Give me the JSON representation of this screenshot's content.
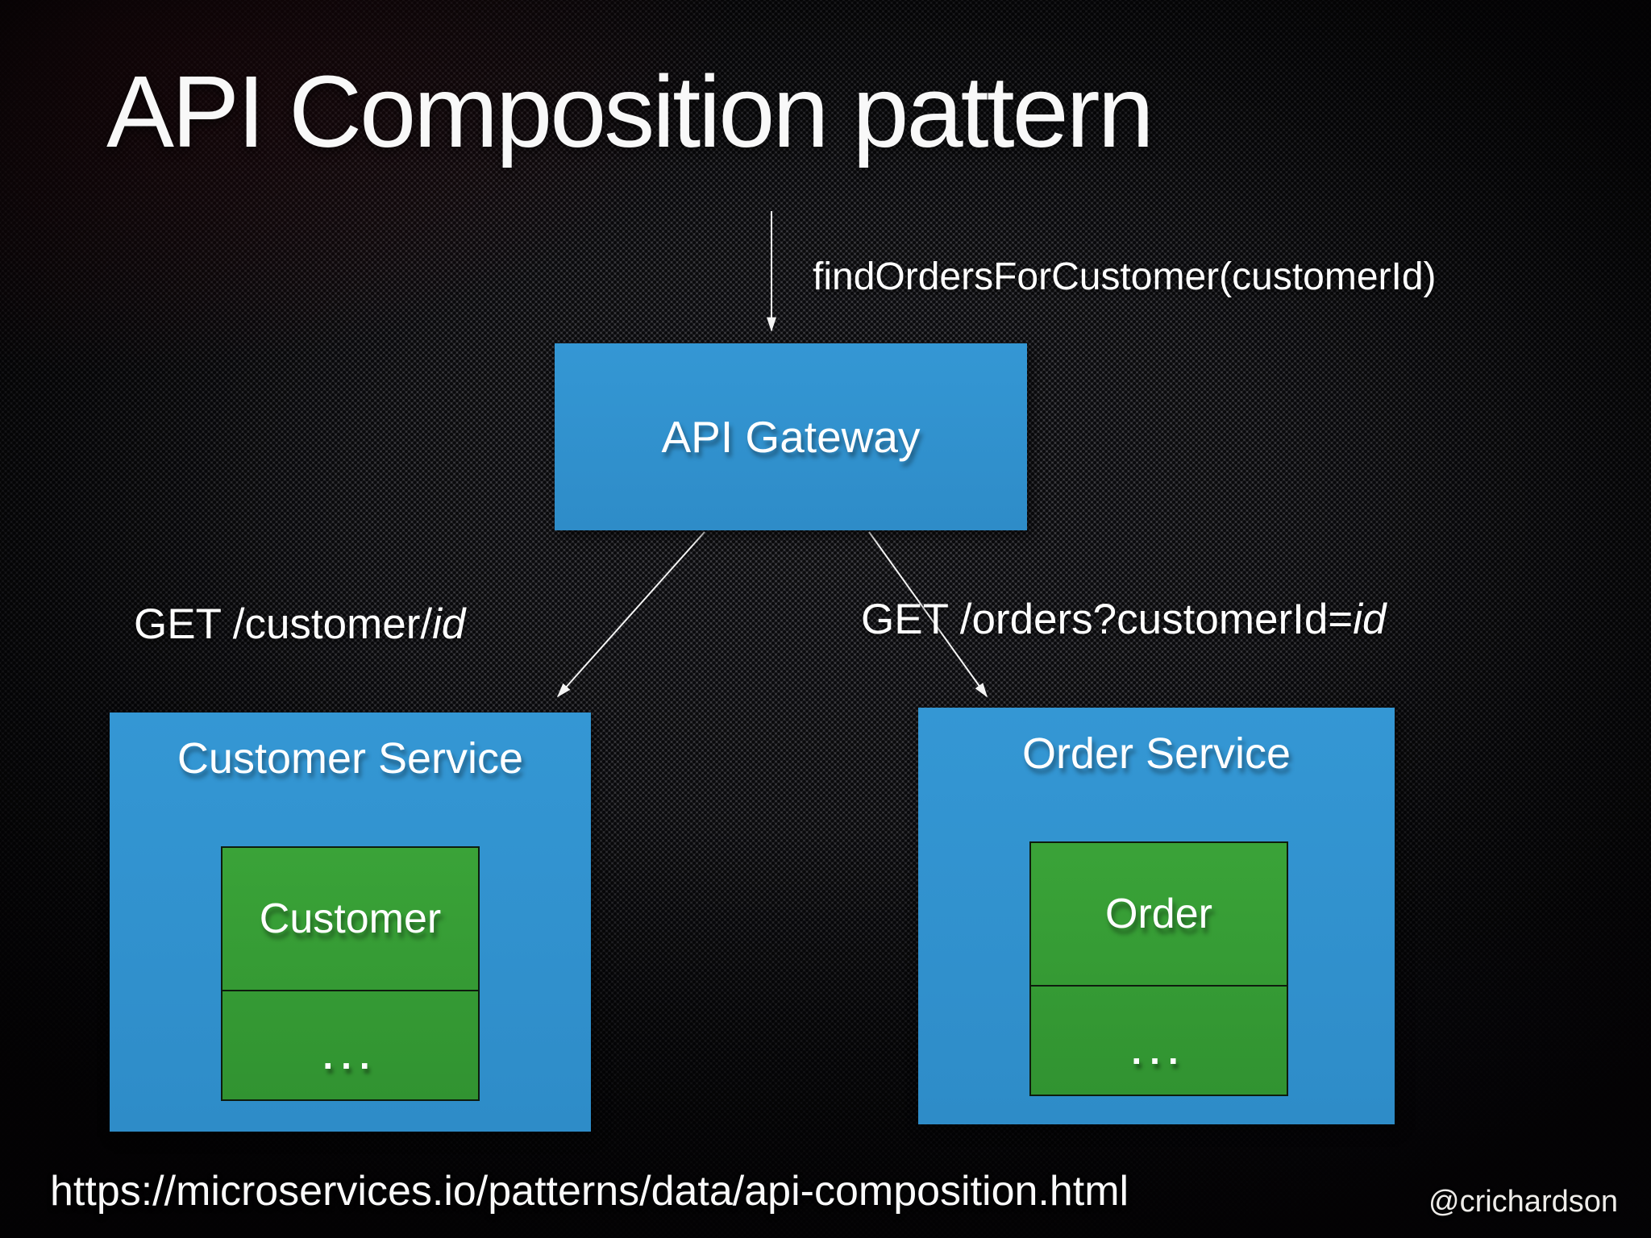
{
  "slide": {
    "title": "API Composition pattern",
    "footer": {
      "url": "https://microservices.io/patterns/data/api-composition.html",
      "handle": "@crichardson"
    }
  },
  "diagram": {
    "request_arrow_label": "findOrdersForCustomer(customerId)",
    "gateway_label": "API Gateway",
    "edges": {
      "customer": {
        "prefix": "GET /customer/",
        "param": "id"
      },
      "orders": {
        "prefix": "GET /orders?customerId=",
        "param": "id"
      }
    },
    "services": [
      {
        "title": "Customer Service",
        "entity": {
          "name": "Customer",
          "more": "..."
        }
      },
      {
        "title": "Order Service",
        "entity": {
          "name": "Order",
          "more": "..."
        }
      }
    ],
    "colors": {
      "service_fill": "#3194d1",
      "entity_fill": "#35a035",
      "arrow": "#f5f5f5",
      "label_text": "#ffffff",
      "background": "#1e1d21"
    }
  }
}
